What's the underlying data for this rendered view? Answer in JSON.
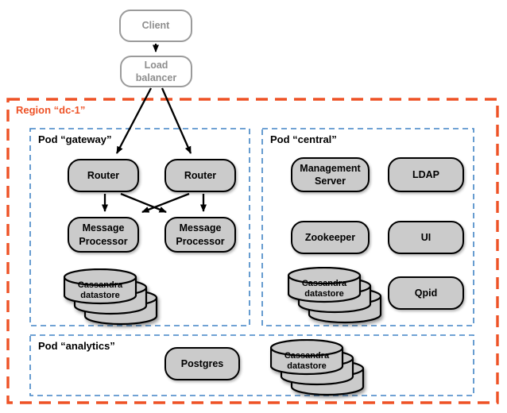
{
  "diagram": {
    "external_nodes": {
      "client": "Client",
      "load_balancer": "Load balancer"
    },
    "region": {
      "label": "Region “dc-1”",
      "pods": {
        "gateway": {
          "label": "Pod “gateway”",
          "router1": "Router",
          "router2": "Router",
          "message_processor1": "Message Processor",
          "message_processor2": "Message Processor",
          "datastore": "Cassandra datastore"
        },
        "central": {
          "label": "Pod “central”",
          "management_server": "Management Server",
          "ldap": "LDAP",
          "zookeeper": "Zookeeper",
          "ui": "UI",
          "datastore": "Cassandra datastore",
          "qpid": "Qpid"
        },
        "analytics": {
          "label": "Pod “analytics”",
          "postgres": "Postgres",
          "datastore": "Cassandra datastore"
        }
      }
    },
    "edges": [
      {
        "from": "Client",
        "to": "Load balancer"
      },
      {
        "from": "Load balancer",
        "to": "Router (left)"
      },
      {
        "from": "Load balancer",
        "to": "Router (right)"
      },
      {
        "from": "Router (left)",
        "to": "Message Processor (left)"
      },
      {
        "from": "Router (left)",
        "to": "Message Processor (right)"
      },
      {
        "from": "Router (right)",
        "to": "Message Processor (left)"
      },
      {
        "from": "Router (right)",
        "to": "Message Processor (right)"
      }
    ],
    "colors": {
      "region_border": "#ee5226",
      "pod_border": "#4184c5",
      "node_fill": "#cbcbcb",
      "node_border": "#000000",
      "external_node_border": "#9b9b9b",
      "external_node_text": "#8e8e8e",
      "arrow": "#000000"
    }
  }
}
